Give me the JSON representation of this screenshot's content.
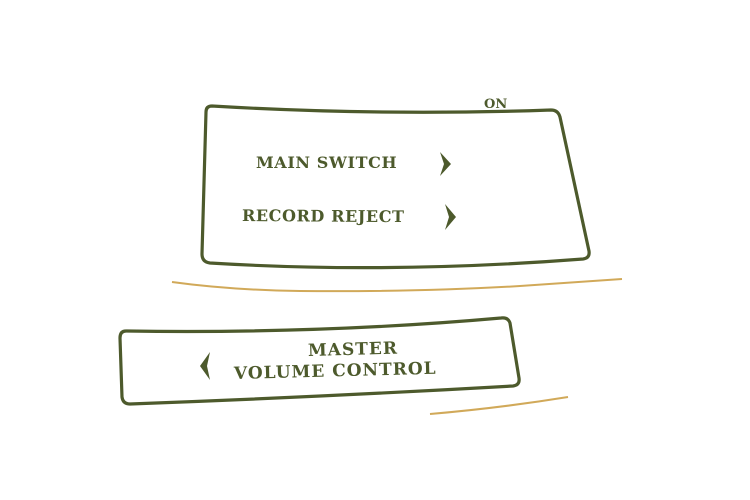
{
  "panel": {
    "on_label": "ON",
    "main_switch_label": "MAIN SWITCH",
    "record_reject_label": "RECORD REJECT",
    "master_label": "MASTER",
    "volume_control_label": "VOLUME CONTROL"
  },
  "icons": {
    "main_switch_arrow": "chevron-right-icon",
    "record_reject_arrow": "chevron-right-icon",
    "volume_arrow": "chevron-left-icon"
  },
  "colors": {
    "ink": "#4d5a2c",
    "highlight": "#c99a3c",
    "background": "#ffffff"
  }
}
